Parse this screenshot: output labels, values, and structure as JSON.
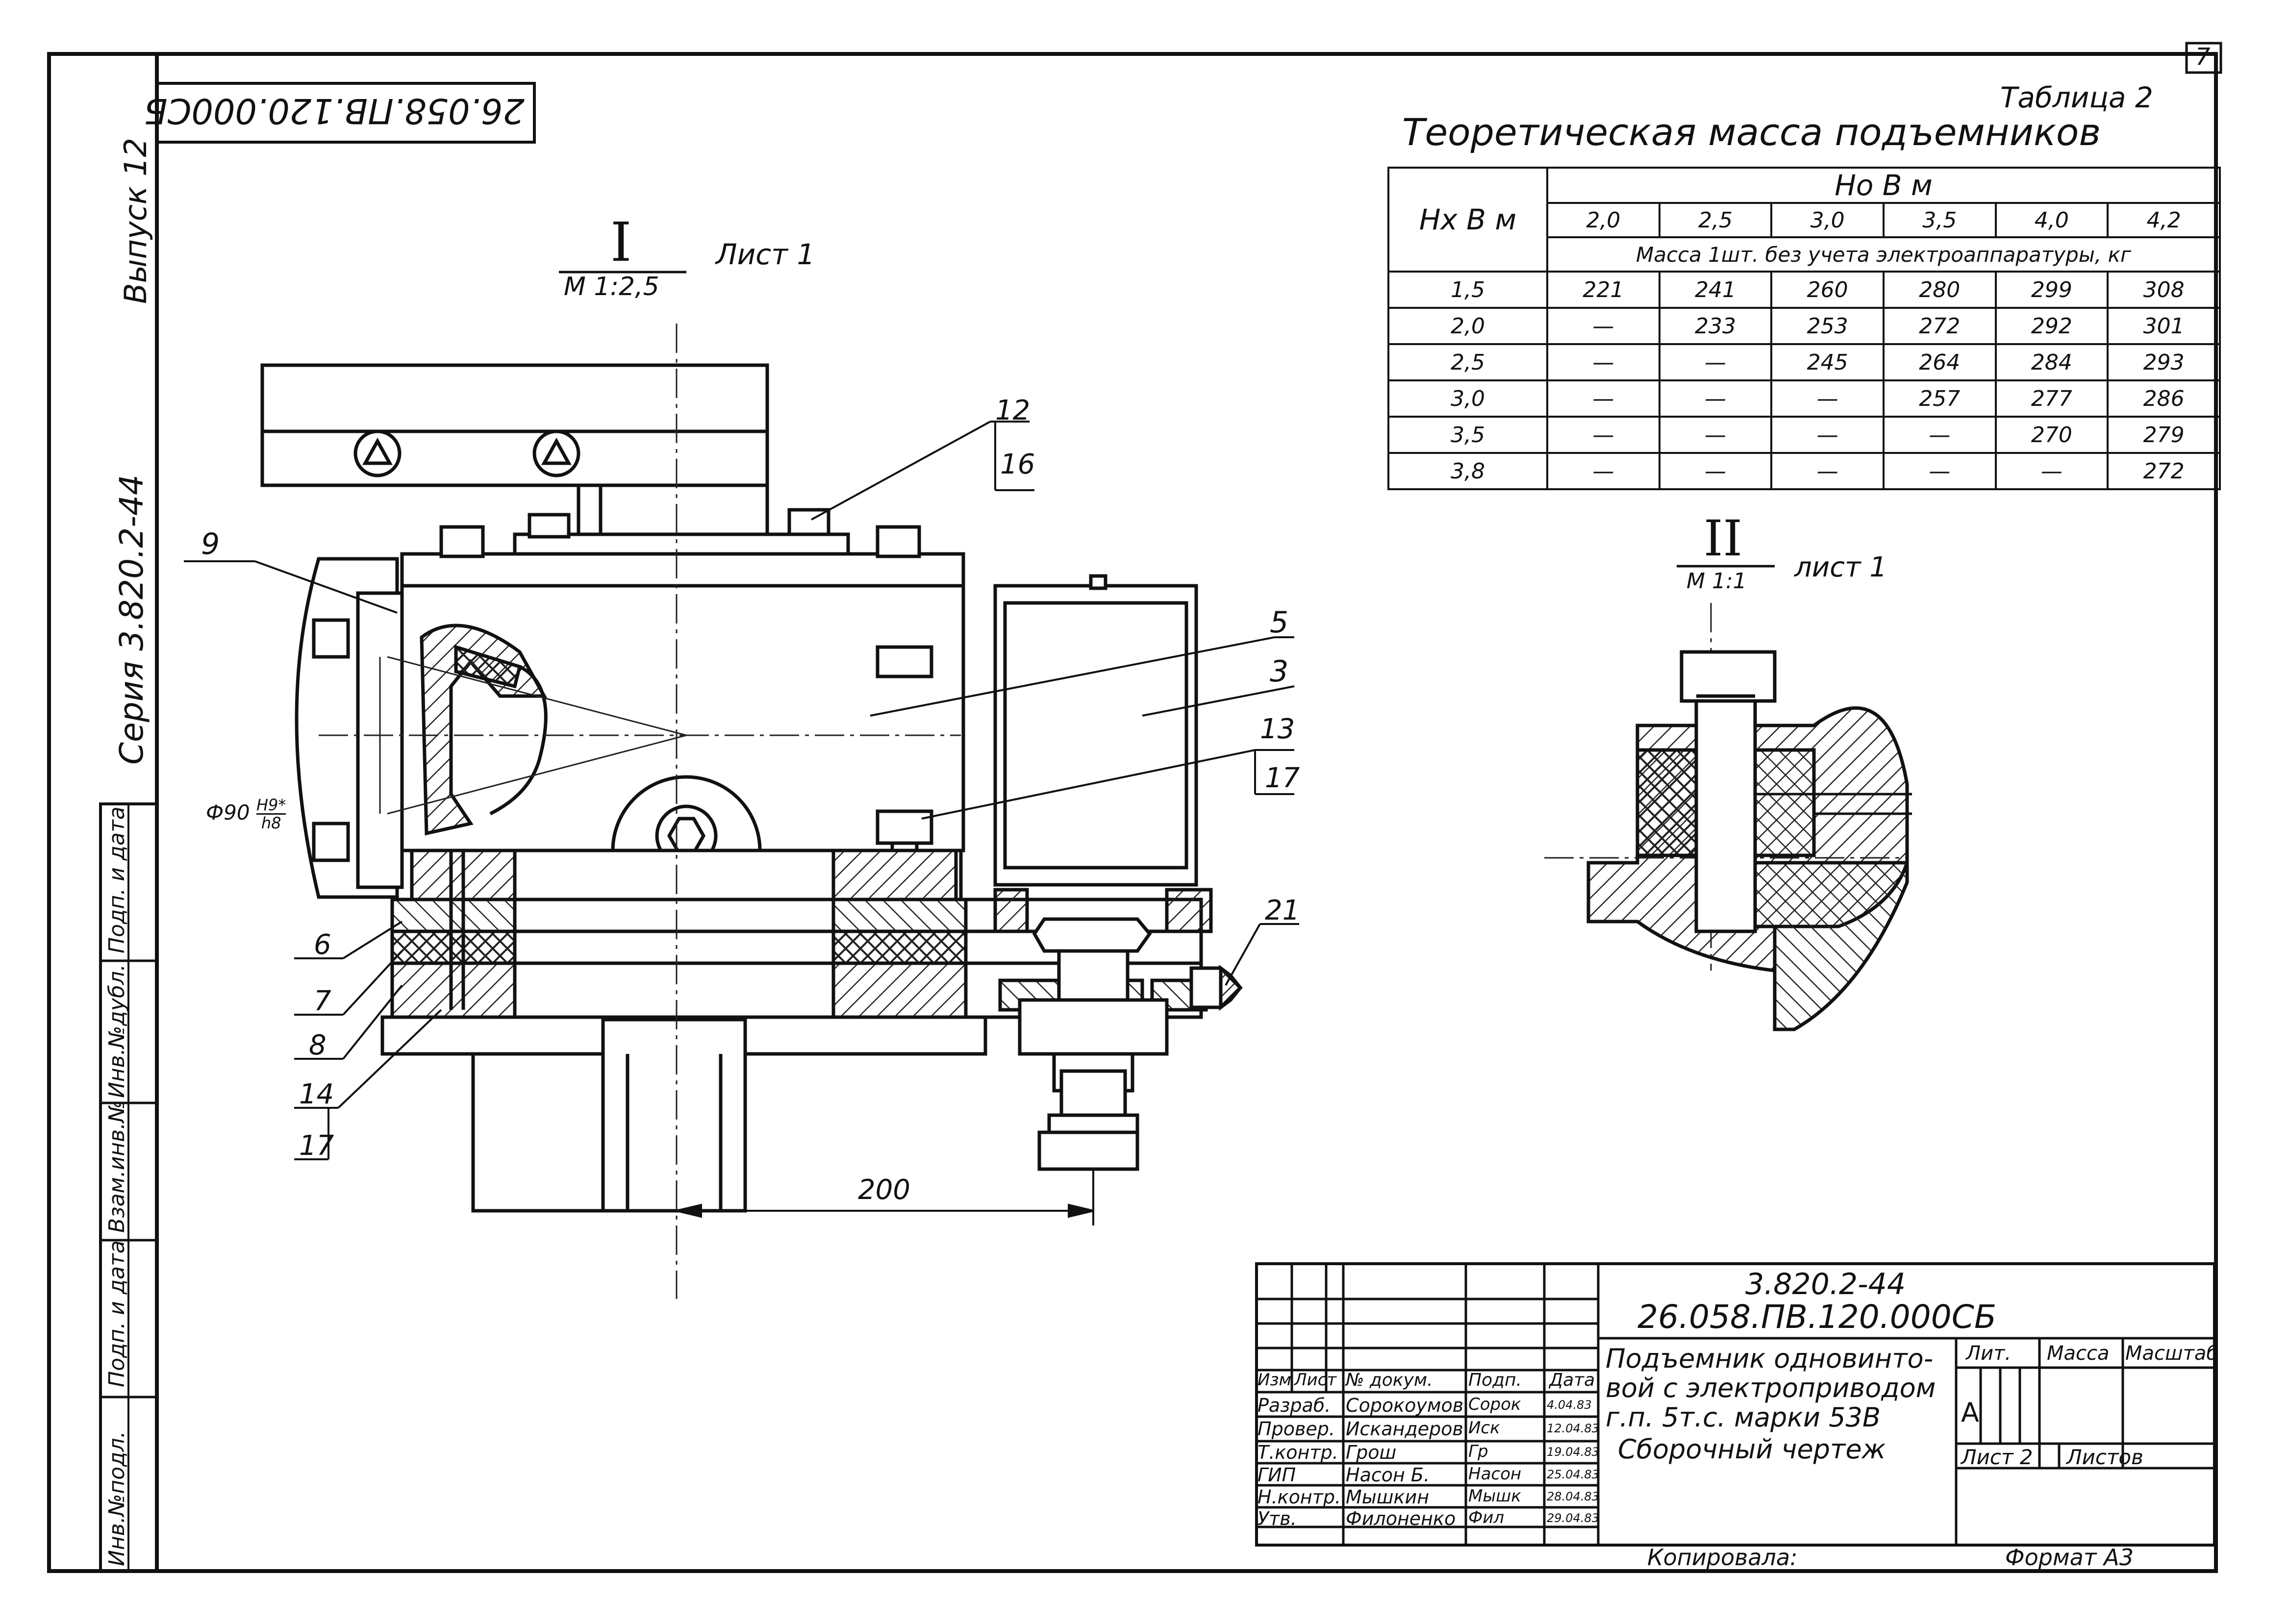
{
  "sheet_number": "7",
  "stamp_top": "26.058.ПВ.120.000СБ",
  "side_labels": {
    "issue": "Выпуск 12",
    "series": "Серия 3.820.2-44",
    "inv_podl": "Инв.№подл.",
    "podp_data1": "Подп. и дата",
    "vzam_inv": "Взам.инв.№",
    "inv_dubl": "Инв.№дубл.",
    "podp_data2": "Подп. и дата"
  },
  "view1": {
    "mark": "I",
    "scale": "М 1:2,5",
    "sheet_ref": "Лист 1"
  },
  "view2": {
    "mark": "II",
    "scale": "М 1:1",
    "sheet_ref": "лист 1"
  },
  "callouts": [
    "12",
    "16",
    "9",
    "5",
    "3",
    "13",
    "17",
    "6",
    "7",
    "8",
    "14",
    "17",
    "21"
  ],
  "fit_label": {
    "main": "Ф90",
    "num": "Н9*",
    "den": "h8"
  },
  "dimension_200": "200",
  "table": {
    "label": "Таблица 2",
    "title": "Теоретическая масса подъемников",
    "row_header": "Нх В м",
    "col_group": "Но В м",
    "cols": [
      "2,0",
      "2,5",
      "3,0",
      "3,5",
      "4,0",
      "4,2"
    ],
    "unit_note": "Масса 1шт. без учета электроаппаратуры, кг",
    "rows": [
      {
        "h": "1,5",
        "v": [
          "221",
          "241",
          "260",
          "280",
          "299",
          "308"
        ]
      },
      {
        "h": "2,0",
        "v": [
          "—",
          "233",
          "253",
          "272",
          "292",
          "301"
        ]
      },
      {
        "h": "2,5",
        "v": [
          "—",
          "—",
          "245",
          "264",
          "284",
          "293"
        ]
      },
      {
        "h": "3,0",
        "v": [
          "—",
          "—",
          "—",
          "257",
          "277",
          "286"
        ]
      },
      {
        "h": "3,5",
        "v": [
          "—",
          "—",
          "—",
          "—",
          "270",
          "279"
        ]
      },
      {
        "h": "3,8",
        "v": [
          "—",
          "—",
          "—",
          "—",
          "—",
          "272"
        ]
      }
    ]
  },
  "title_block": {
    "code1": "3.820.2-44",
    "code2": "26.058.ПВ.120.000СБ",
    "name": [
      "Подъемник одновинто-",
      "вой с электроприводом",
      "г.п. 5т.с. марки 53В",
      "Сборочный чертеж"
    ],
    "head": [
      "Изм",
      "Лист",
      "№ докум.",
      "Подп.",
      "Дата"
    ],
    "people": [
      {
        "role": "Разраб.",
        "name": "Сорокоумов",
        "sig": "Сорок",
        "date": "4.04.83"
      },
      {
        "role": "Провер.",
        "name": "Искандеров",
        "sig": "Иск",
        "date": "12.04.83"
      },
      {
        "role": "Т.контр.",
        "name": "Грош",
        "sig": "Гр",
        "date": "19.04.83"
      },
      {
        "role": "ГИП",
        "name": "Насон Б.",
        "sig": "Насон",
        "date": "25.04.83"
      },
      {
        "role": "Н.контр.",
        "name": "Мышкин",
        "sig": "Мышк",
        "date": "28.04.83"
      },
      {
        "role": "Утв.",
        "name": "Филоненко",
        "sig": "Фил",
        "date": "29.04.83"
      }
    ],
    "lit_label": "Лит.",
    "mass_label": "Масса",
    "scale_label": "Масштаб",
    "lit_value": "А",
    "sheet_label": "Лист 2",
    "sheets_label": "Листов"
  },
  "copied": "Копировала:",
  "format": "Формат А3"
}
